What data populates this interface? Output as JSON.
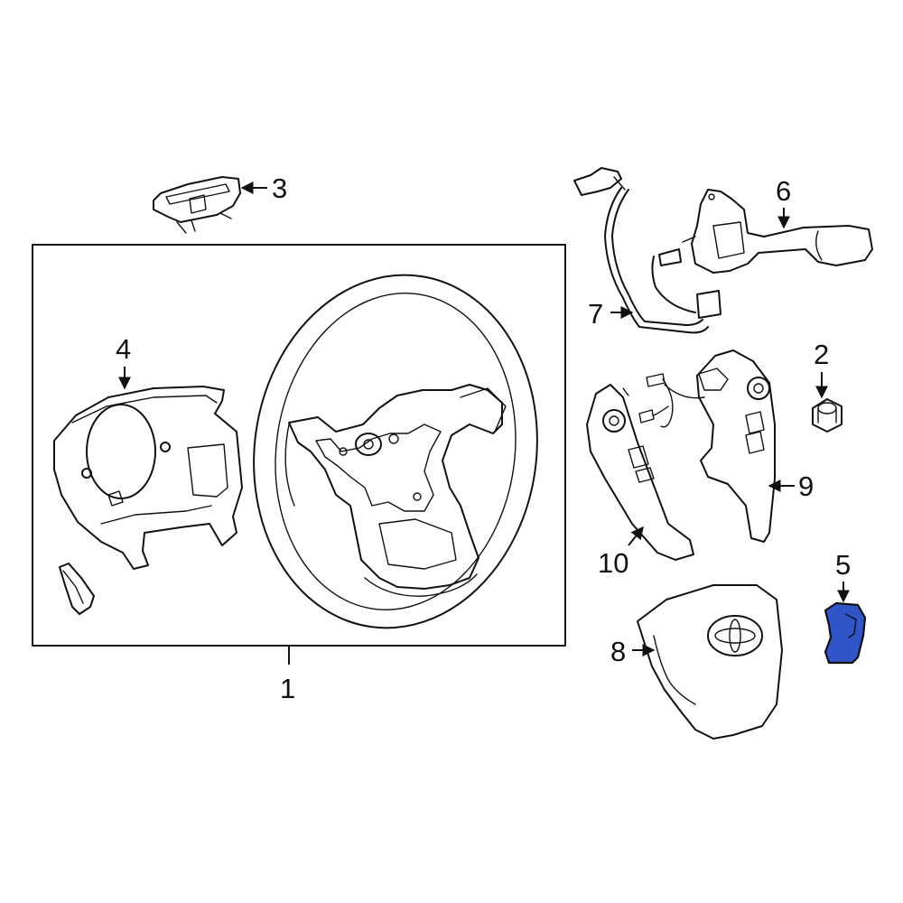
{
  "callouts": {
    "c1": "1",
    "c2": "2",
    "c3": "3",
    "c4": "4",
    "c5": "5",
    "c6": "6",
    "c7": "7",
    "c8": "8",
    "c9": "9",
    "c10": "10"
  },
  "highlight_color": "#2f55c8",
  "line_color": "#111111"
}
